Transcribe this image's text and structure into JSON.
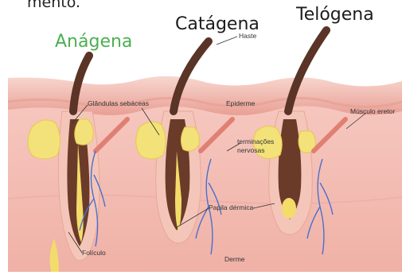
{
  "top_text": "mento.",
  "stages": {
    "anagen": "Anágena",
    "catagen": "Catágena",
    "telogen": "Telógena"
  },
  "labels": {
    "haste": "Haste",
    "glandulas": "Glândulas sebáceas",
    "epiderme": "Epiderme",
    "musculo": "Músculo eretor",
    "terminacoes_1": "terminações",
    "terminacoes_2": "nervosas",
    "papila": "Papila dérmica",
    "foliculo": "Folículo",
    "derme": "Derme"
  },
  "colors": {
    "anagen_title": "#4caf50",
    "skin": "#f2b7ae",
    "epidermis": "#e69a8f",
    "hair": "#5a3426",
    "gland": "#f3e27a",
    "nerve": "#4a6fd0"
  }
}
